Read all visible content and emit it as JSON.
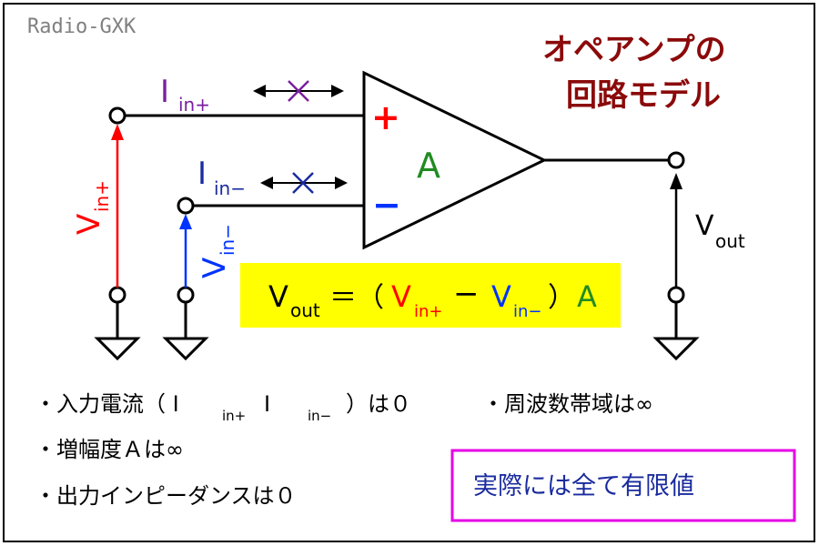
{
  "watermark": "Radio-GXK",
  "title": {
    "line1": "オペアンプの",
    "line2": "回路モデル"
  },
  "opamp": {
    "gain_label": "A",
    "plus_sign": "+",
    "minus_sign": "−"
  },
  "labels": {
    "i_main": "I",
    "i_plus_sub": "in+",
    "i_minus_sub": "in−",
    "v_main": "V",
    "v_plus_sub": "in+",
    "v_minus_sub": "in−",
    "vout_main": "V",
    "vout_sub": "out"
  },
  "formula": {
    "v": "V",
    "out": "out",
    "eq": "＝",
    "lparen": "（",
    "rparen": "）",
    "in_plus": "in+",
    "minus": "−",
    "in_minus": "in−",
    "gain": "A"
  },
  "bullets": {
    "b1": {
      "prefix": "・入力電流（ I",
      "sub1": "in+",
      "mid": "I",
      "sub2": "in−",
      "suffix": "）は０"
    },
    "b2": "・周波数帯域は∞",
    "b3": "・増幅度Ａは∞",
    "b4": "・出力インピーダンスは０"
  },
  "note": "実際には全て有限値",
  "colors": {
    "title": "#8b0a0a",
    "plus": "#ff0000",
    "minus": "#0033ff",
    "gain": "#228b22",
    "current_plus": "#7a1f9e",
    "current_minus": "#1a2b9e",
    "highlight": "#ffff00",
    "note_border": "#e600e6",
    "note_text": "#1a2b9e"
  }
}
